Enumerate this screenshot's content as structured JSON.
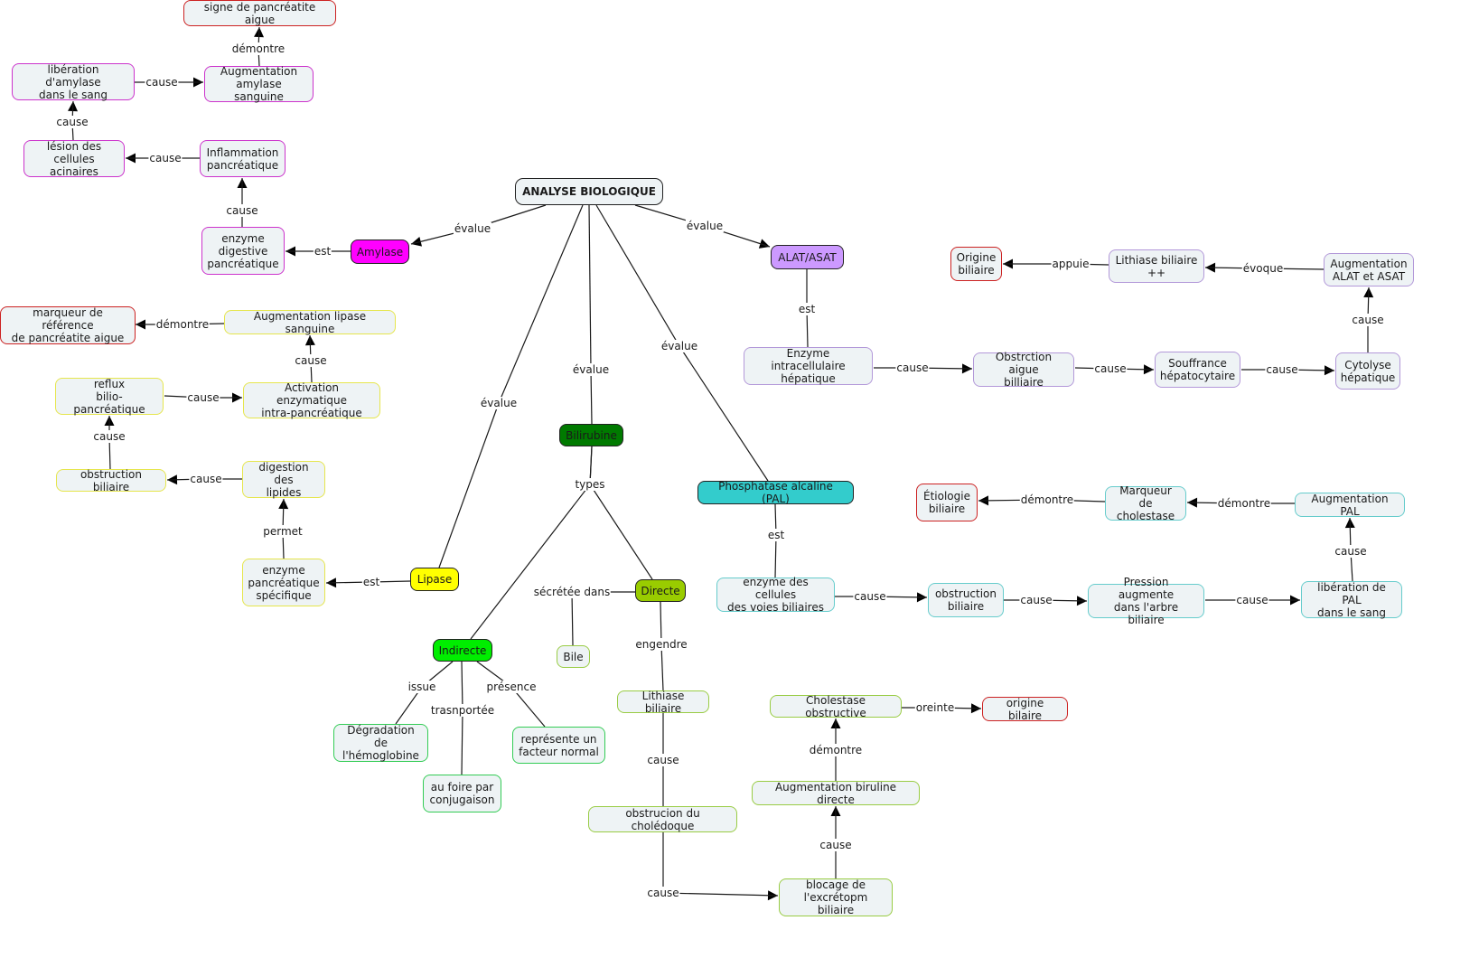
{
  "map": {
    "root": "ANALYSE BIOLOGIQUE",
    "colors": {
      "amylase": "#ff00ff",
      "amylase_border": "#cc33cc",
      "lipase": "#ffff00",
      "lipase_border": "#e6e64d",
      "bilirubine": "#007a00",
      "indirecte": "#00ee00",
      "indirecte_border": "#33cc55",
      "directe": "#99cc00",
      "directe_border": "#99cc44",
      "alat": "#cc99ff",
      "alat_border": "#b399d9",
      "pal": "#33cccc",
      "pal_border": "#66cccc",
      "conclusion_border": "#cc2222",
      "node_fill": "#eef3f5"
    },
    "nodes": [
      {
        "id": "root",
        "label": "ANALYSE BIOLOGIQUE"
      },
      {
        "id": "amylase",
        "label": "Amylase"
      },
      {
        "id": "alat",
        "label": "ALAT/ASAT"
      },
      {
        "id": "bilirubine",
        "label": "Bilirubine"
      },
      {
        "id": "lipase",
        "label": "Lipase"
      },
      {
        "id": "pal",
        "label": "Phosphatase alcaline (PAL)"
      },
      {
        "id": "signe_pa",
        "label": "signe de pancréatite aigue"
      },
      {
        "id": "aug_amylase",
        "label": "Augmentation\namylase sanguine"
      },
      {
        "id": "liberation_amylase",
        "label": "libération d'amylase\ndans le sang"
      },
      {
        "id": "lesion",
        "label": "lésion des\ncellules acinaires"
      },
      {
        "id": "inflammation",
        "label": "Inflammation\npancréatique"
      },
      {
        "id": "enzyme_digestive",
        "label": "enzyme\ndigestive\npancréatique"
      },
      {
        "id": "marqueur_ref",
        "label": "marqueur de référence\nde pancréatite aigue"
      },
      {
        "id": "aug_lipase",
        "label": "Augmentation lipase sanguine"
      },
      {
        "id": "reflux",
        "label": "reflux\nbilio-pancréatique"
      },
      {
        "id": "activation",
        "label": "Activation enzymatique\nintra-pancréatique"
      },
      {
        "id": "obstruction_bil_l",
        "label": "obstruction biliaire"
      },
      {
        "id": "digestion",
        "label": "digestion des\nlipides"
      },
      {
        "id": "enzyme_specifique",
        "label": "enzyme\npancréatique\nspécifique"
      },
      {
        "id": "indirecte",
        "label": "Indirecte"
      },
      {
        "id": "directe",
        "label": "Directe"
      },
      {
        "id": "bile",
        "label": "Bile"
      },
      {
        "id": "degradation",
        "label": "Dégradation de\nl'hémoglobine"
      },
      {
        "id": "foie",
        "label": "au foire par\nconjugaison"
      },
      {
        "id": "facteur_normal",
        "label": "représente un\nfacteur normal"
      },
      {
        "id": "lithiase_d",
        "label": "Lithiase biliaire"
      },
      {
        "id": "obstrucion_chol",
        "label": "obstrucion du cholédoque"
      },
      {
        "id": "blocage",
        "label": "blocage de\nl'excrétopm biliaire"
      },
      {
        "id": "aug_bili",
        "label": "Augmentation biruline directe"
      },
      {
        "id": "cholestase_obs",
        "label": "Cholestase obstructive"
      },
      {
        "id": "origine_bilaire",
        "label": "origine bilaire"
      },
      {
        "id": "enzyme_intra",
        "label": "Enzyme intracellulaire\nhépatique"
      },
      {
        "id": "obstrction_aigue",
        "label": "Obstrction aigue\nbilliaire"
      },
      {
        "id": "souffrance",
        "label": "Souffrance\nhépatocytaire"
      },
      {
        "id": "cytolyse",
        "label": "Cytolyse\nhépatique"
      },
      {
        "id": "aug_alat",
        "label": "Augmentation\nALAT et ASAT"
      },
      {
        "id": "lithiase_pp",
        "label": "Lithiase biliaire\n++"
      },
      {
        "id": "origine_biliaire",
        "label": "Origine\nbiliaire"
      },
      {
        "id": "enzyme_voies",
        "label": "enzyme des cellules\ndes voies biliaires"
      },
      {
        "id": "obstruction_bil_r",
        "label": "obstruction\nbiliaire"
      },
      {
        "id": "pression",
        "label": "Pression augmente\ndans l'arbre biliaire"
      },
      {
        "id": "liberation_pal",
        "label": "libération de PAL\ndans le sang"
      },
      {
        "id": "aug_pal",
        "label": "Augmentation PAL"
      },
      {
        "id": "marqueur_chol",
        "label": "Marqueur de\ncholestase"
      },
      {
        "id": "etiologie",
        "label": "Étiologie\nbiliaire"
      }
    ],
    "links": [
      {
        "from": "root",
        "to": "amylase",
        "label": "évalue"
      },
      {
        "from": "root",
        "to": "alat",
        "label": "évalue"
      },
      {
        "from": "root",
        "to": "lipase",
        "label": "évalue"
      },
      {
        "from": "root",
        "to": "bilirubine",
        "label": "évalue"
      },
      {
        "from": "root",
        "to": "pal",
        "label": "évalue"
      },
      {
        "from": "amylase",
        "to": "enzyme_digestive",
        "label": "est"
      },
      {
        "from": "enzyme_digestive",
        "to": "inflammation",
        "label": "cause"
      },
      {
        "from": "inflammation",
        "to": "lesion",
        "label": "cause"
      },
      {
        "from": "lesion",
        "to": "liberation_amylase",
        "label": "cause"
      },
      {
        "from": "liberation_amylase",
        "to": "aug_amylase",
        "label": "cause"
      },
      {
        "from": "aug_amylase",
        "to": "signe_pa",
        "label": "démontre"
      },
      {
        "from": "lipase",
        "to": "enzyme_specifique",
        "label": "est"
      },
      {
        "from": "enzyme_specifique",
        "to": "digestion",
        "label": "permet"
      },
      {
        "from": "digestion",
        "to": "obstruction_bil_l",
        "label": "cause"
      },
      {
        "from": "obstruction_bil_l",
        "to": "reflux",
        "label": "cause"
      },
      {
        "from": "reflux",
        "to": "activation",
        "label": "cause"
      },
      {
        "from": "activation",
        "to": "aug_lipase",
        "label": "cause"
      },
      {
        "from": "aug_lipase",
        "to": "marqueur_ref",
        "label": "démontre"
      },
      {
        "from": "bilirubine",
        "to": "indirecte",
        "label": "types"
      },
      {
        "from": "bilirubine",
        "to": "directe",
        "label": "types"
      },
      {
        "from": "indirecte",
        "to": "degradation",
        "label": "issue"
      },
      {
        "from": "indirecte",
        "to": "foie",
        "label": "trasnportée"
      },
      {
        "from": "indirecte",
        "to": "facteur_normal",
        "label": "présence"
      },
      {
        "from": "directe",
        "to": "bile",
        "label": "sécrétée dans"
      },
      {
        "from": "directe",
        "to": "lithiase_d",
        "label": "engendre"
      },
      {
        "from": "lithiase_d",
        "to": "obstrucion_chol",
        "label": "cause"
      },
      {
        "from": "obstrucion_chol",
        "to": "blocage",
        "label": "cause"
      },
      {
        "from": "blocage",
        "to": "aug_bili",
        "label": "cause"
      },
      {
        "from": "aug_bili",
        "to": "cholestase_obs",
        "label": "démontre"
      },
      {
        "from": "cholestase_obs",
        "to": "origine_bilaire",
        "label": "oreinte"
      },
      {
        "from": "alat",
        "to": "enzyme_intra",
        "label": "est"
      },
      {
        "from": "enzyme_intra",
        "to": "obstrction_aigue",
        "label": "cause"
      },
      {
        "from": "obstrction_aigue",
        "to": "souffrance",
        "label": "cause"
      },
      {
        "from": "souffrance",
        "to": "cytolyse",
        "label": "cause"
      },
      {
        "from": "cytolyse",
        "to": "aug_alat",
        "label": "cause"
      },
      {
        "from": "aug_alat",
        "to": "lithiase_pp",
        "label": "évoque"
      },
      {
        "from": "lithiase_pp",
        "to": "origine_biliaire",
        "label": "appuie"
      },
      {
        "from": "pal",
        "to": "enzyme_voies",
        "label": "est"
      },
      {
        "from": "enzyme_voies",
        "to": "obstruction_bil_r",
        "label": "cause"
      },
      {
        "from": "obstruction_bil_r",
        "to": "pression",
        "label": "cause"
      },
      {
        "from": "pression",
        "to": "liberation_pal",
        "label": "cause"
      },
      {
        "from": "liberation_pal",
        "to": "aug_pal",
        "label": "cause"
      },
      {
        "from": "aug_pal",
        "to": "marqueur_chol",
        "label": "démontre"
      },
      {
        "from": "marqueur_chol",
        "to": "etiologie",
        "label": "démontre"
      }
    ]
  }
}
